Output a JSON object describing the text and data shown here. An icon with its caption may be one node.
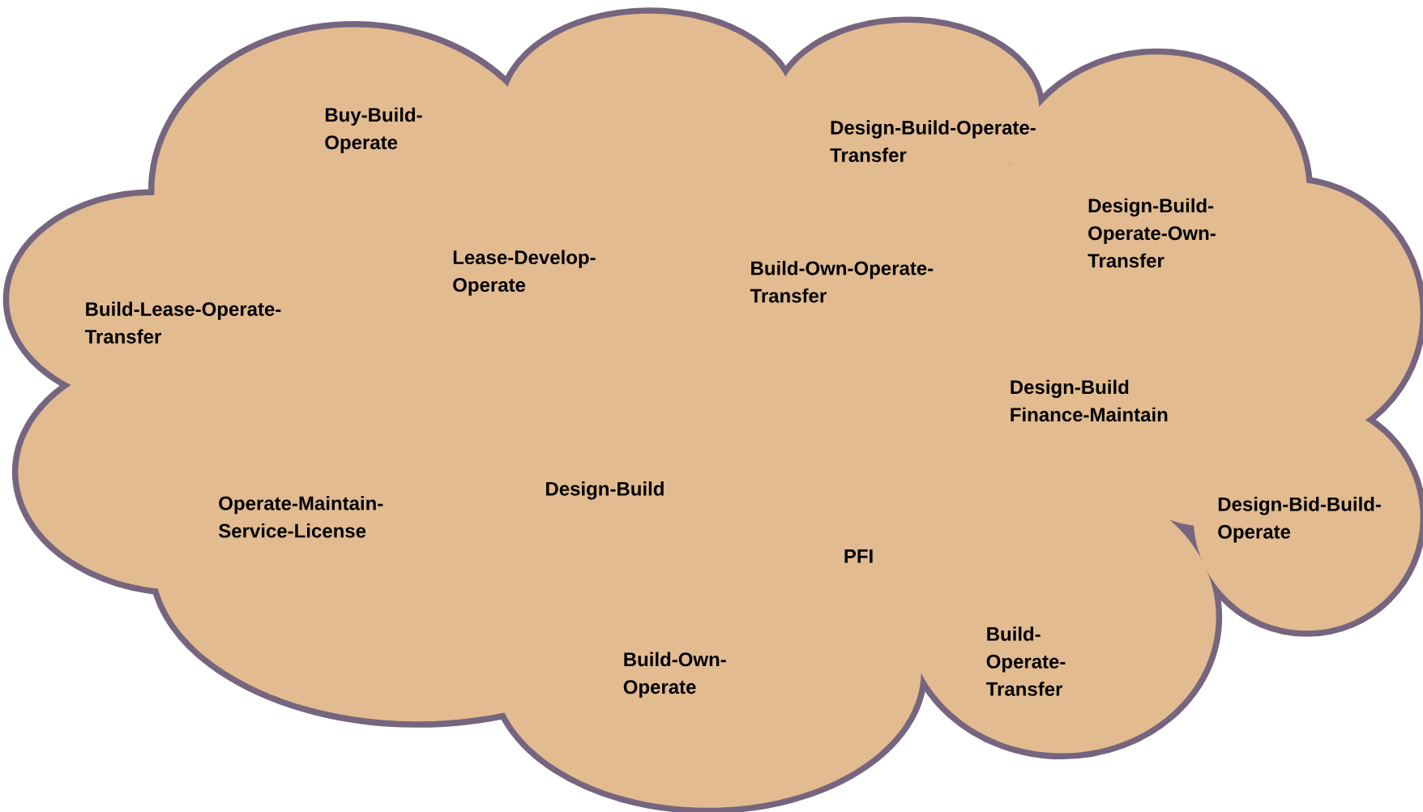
{
  "diagram": {
    "nodes": [
      {
        "text": [
          "Buy-Build-Operate",
          "Design-Build-Operate-Transfer",
          "Design-Build-Operate-Own-Transfer",
          "Lease-Develop-Operate",
          "Build-Own-Operate-Transfer",
          "Build-Lease-Operate-Transfer",
          "Design-Build Finance-Maintain",
          "Design-Build",
          "Operate-Maintain-Service-License",
          "Design-Bid-Build-Operate",
          "PFI",
          "Build-Own-Operate",
          "Build-Operate-Transfer"
        ]
      }
    ]
  }
}
